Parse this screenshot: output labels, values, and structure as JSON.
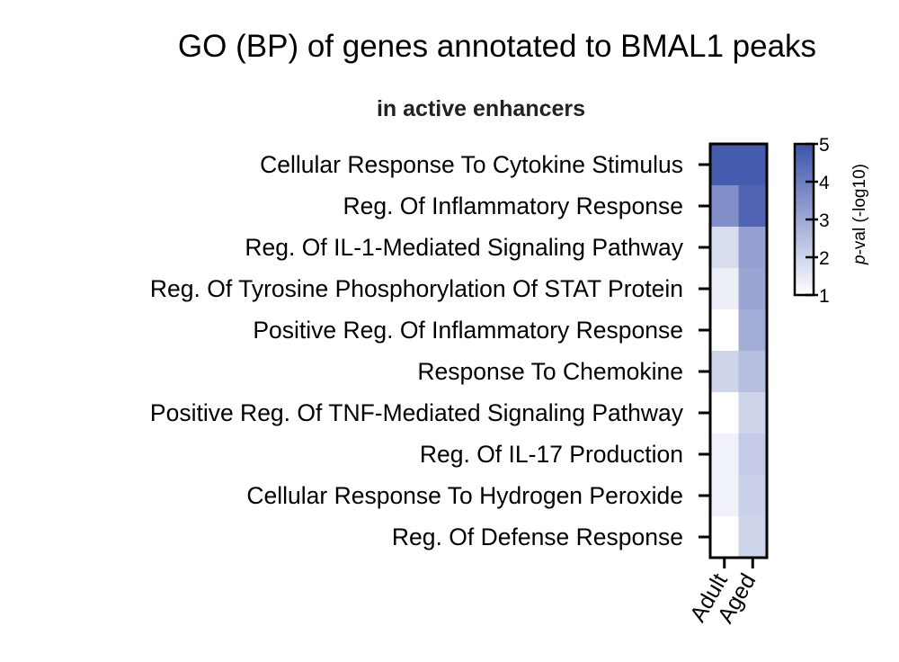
{
  "chart_data": {
    "type": "heatmap",
    "title": "GO (BP) of genes annotated to BMAL1 peaks",
    "subtitle": "in active enhancers",
    "rows": [
      "Cellular Response To Cytokine Stimulus",
      "Reg. Of Inflammatory Response",
      "Reg. Of IL-1-Mediated Signaling Pathway",
      "Reg. Of Tyrosine Phosphorylation Of STAT Protein",
      "Positive Reg. Of Inflammatory Response",
      "Response To Chemokine",
      "Positive Reg. Of TNF-Mediated Signaling Pathway",
      "Reg. Of IL-17 Production",
      "Cellular Response To Hydrogen Peroxide",
      "Reg. Of Defense Response"
    ],
    "columns": [
      "Adult",
      "Aged"
    ],
    "values": [
      [
        4.8,
        4.8
      ],
      [
        3.6,
        4.6
      ],
      [
        1.8,
        3.2
      ],
      [
        1.4,
        3.1
      ],
      [
        1.0,
        2.9
      ],
      [
        2.0,
        2.5
      ],
      [
        1.0,
        2.0
      ],
      [
        1.3,
        2.2
      ],
      [
        1.3,
        2.1
      ],
      [
        1.0,
        2.0
      ]
    ],
    "colorbar": {
      "label_italic": "p",
      "label_rest": "-val (-log10)",
      "min": 1,
      "max": 5,
      "ticks": [
        1,
        2,
        3,
        4,
        5
      ],
      "color_low": "#ffffff",
      "color_high": "#3c53ab"
    }
  }
}
